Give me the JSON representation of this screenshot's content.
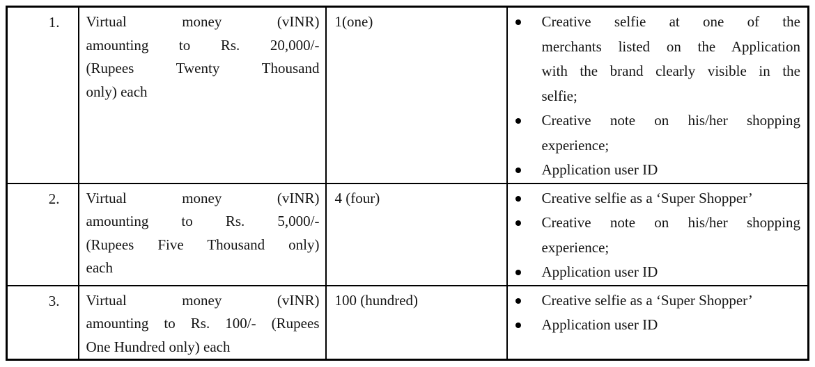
{
  "colors": {
    "background": "#ffffff",
    "text": "#141414",
    "border": "#000000",
    "bullet": "#000000"
  },
  "prize_table": {
    "rows": [
      {
        "number": "1.",
        "prize_lines": [
          "Virtual money (vINR)",
          "amounting to Rs. 20,000/-",
          "(Rupees Twenty Thousand",
          "only) each"
        ],
        "quantity": "1(one)",
        "requirements": [
          {
            "lines": [
              "Creative selfie at one of the",
              "merchants listed on the Application",
              "with the brand clearly visible in the",
              "selfie;"
            ]
          },
          {
            "lines": [
              "Creative note on his/her shopping",
              "experience;"
            ]
          },
          {
            "lines": [
              "Application user ID"
            ]
          }
        ]
      },
      {
        "number": "2.",
        "prize_lines": [
          "Virtual money (vINR)",
          "amounting to Rs. 5,000/-",
          "(Rupees Five Thousand only)",
          "each"
        ],
        "quantity": "4 (four)",
        "requirements": [
          {
            "lines": [
              "Creative selfie as a ‘Super Shopper’"
            ]
          },
          {
            "lines": [
              "Creative note on his/her shopping",
              "experience;"
            ]
          },
          {
            "lines": [
              "Application user ID"
            ]
          }
        ]
      },
      {
        "number": "3.",
        "prize_lines": [
          "Virtual money (vINR)",
          "amounting to Rs. 100/- (Rupees",
          "One Hundred only) each"
        ],
        "quantity": "100 (hundred)",
        "requirements": [
          {
            "lines": [
              "Creative selfie as a ‘Super Shopper’"
            ]
          },
          {
            "lines": [
              "Application user ID"
            ]
          }
        ]
      }
    ]
  }
}
